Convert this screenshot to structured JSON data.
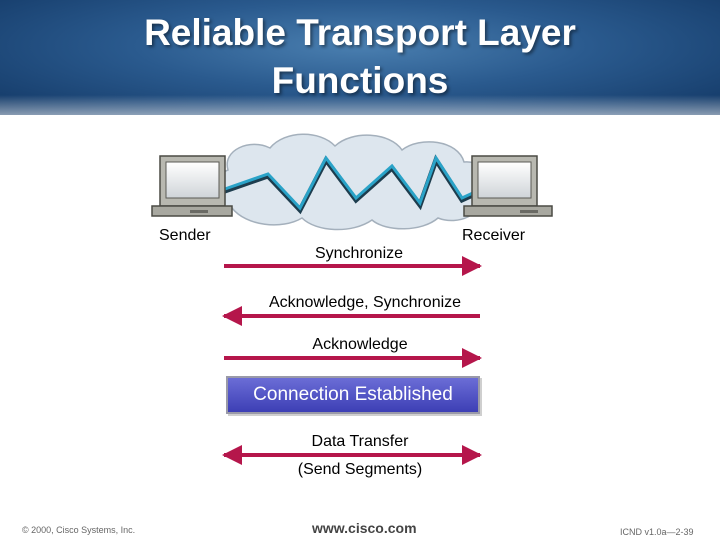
{
  "title": {
    "line1": "Reliable Transport Layer",
    "line2": "Functions"
  },
  "hosts": {
    "sender_label": "Sender",
    "receiver_label": "Receiver"
  },
  "messages": [
    {
      "label": "Synchronize",
      "direction": "right"
    },
    {
      "label": "Acknowledge, Synchronize",
      "direction": "left"
    },
    {
      "label": "Acknowledge",
      "direction": "right"
    }
  ],
  "connection_state": "Connection Established",
  "data_transfer": {
    "label": "Data Transfer",
    "sublabel": "(Send Segments)",
    "direction": "both"
  },
  "footer": {
    "copyright": "© 2000, Cisco Systems, Inc.",
    "url": "www.cisco.com",
    "slide_ref": "ICND v1.0a—2-39"
  },
  "colors": {
    "arrow": "#b5164b",
    "banner": "#2a5a8e",
    "cloud": "#dde6ee",
    "link": "#2aa3c8",
    "state_box": "#4a4cc4"
  }
}
